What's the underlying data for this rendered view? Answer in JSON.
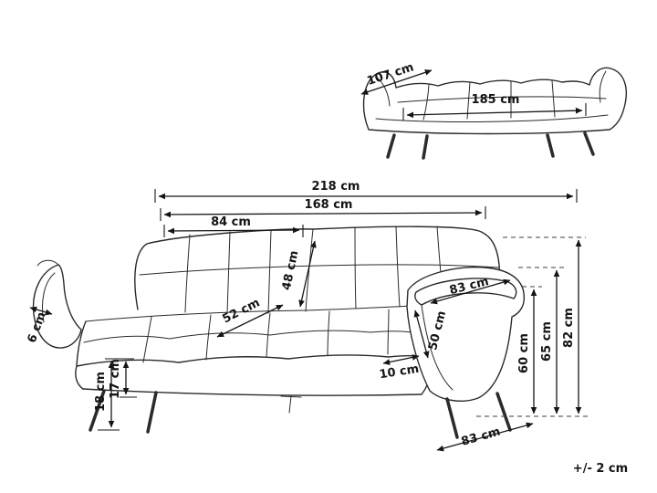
{
  "diagram": {
    "tolerance_note": "+/- 2 cm",
    "folded_view": {
      "depth": "107 cm",
      "length": "185 cm"
    },
    "sofa_view": {
      "total_width": "218 cm",
      "inner_width": "168 cm",
      "backrest_section_width": "84 cm",
      "backrest_depth": "48 cm",
      "seat_depth": "52 cm",
      "armrest_length": "83 cm",
      "armrest_inner_height": "50 cm",
      "armrest_thickness": "10 cm",
      "side_panel_thickness": "6 cm",
      "leg_height": "18 cm",
      "base_height": "17 cm",
      "seat_height": "60 cm",
      "armrest_height": "65 cm",
      "total_height": "82 cm",
      "base_depth": "83 cm"
    }
  }
}
